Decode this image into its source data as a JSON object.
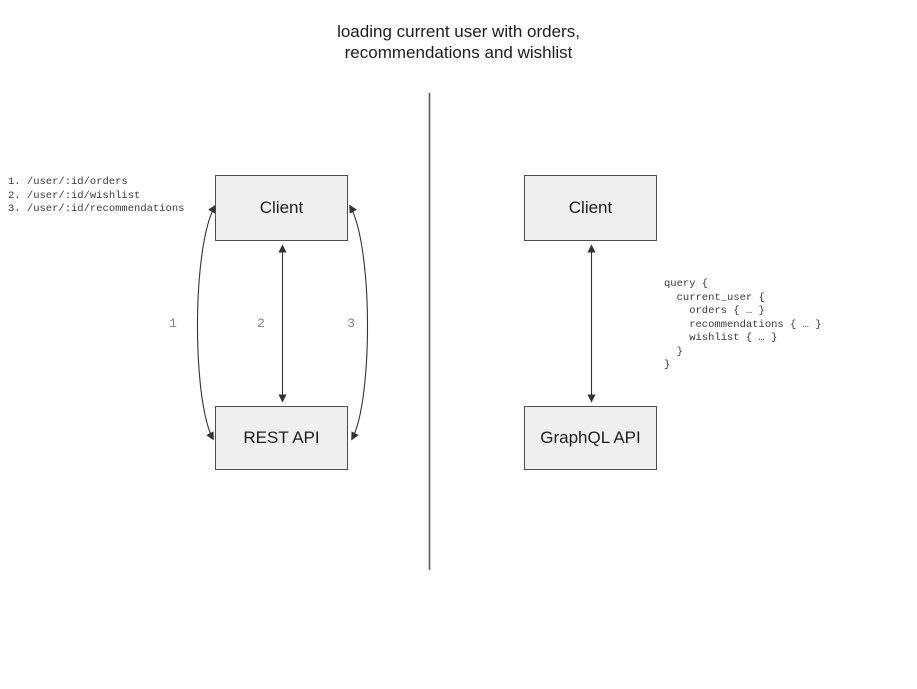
{
  "title": "loading current user with orders,\nrecommendations and wishlist",
  "colors": {
    "background": "#ffffff",
    "box_fill": "#efefef",
    "box_border": "#4d4d4d",
    "arrow": "#333333",
    "divider": "#5a5a5a",
    "arrow_label": "#808080",
    "code_text": "#3a3a3a",
    "heading_text": "#1c1c1c"
  },
  "left_panel": {
    "endpoints_note": "1. /user/:id/orders\n2. /user/:id/wishlist\n3. /user/:id/recommendations",
    "client_label": "Client",
    "api_label": "REST API",
    "arrow_labels": [
      "1",
      "2",
      "3"
    ]
  },
  "right_panel": {
    "client_label": "Client",
    "api_label": "GraphQL API",
    "query_note": "query {\n  current_user {\n    orders { … }\n    recommendations { … }\n    wishlist { … }\n  }\n}"
  }
}
